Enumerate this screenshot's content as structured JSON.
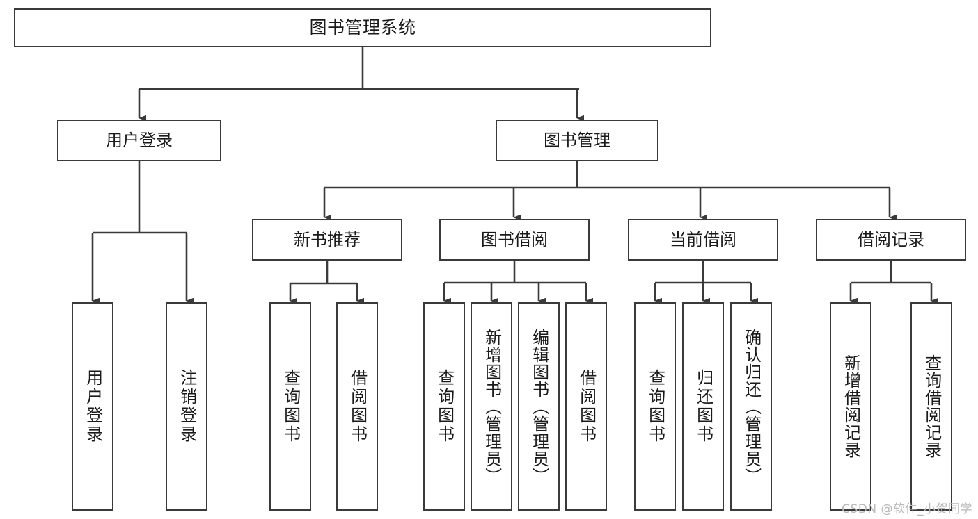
{
  "diagram": {
    "type": "tree",
    "title": "图书管理系统",
    "orientation": "top-down",
    "colors": {
      "box_border": "#3a3a3a",
      "box_fill": "#ffffff",
      "connector": "#3a3a3a",
      "text": "#1a1a1a",
      "watermark": "#b9b9b9",
      "background": "#ffffff"
    },
    "root": {
      "label": "图书管理系统"
    },
    "level1": [
      {
        "label": "用户登录"
      },
      {
        "label": "图书管理"
      }
    ],
    "level2": [
      {
        "label": "新书推荐"
      },
      {
        "label": "图书借阅"
      },
      {
        "label": "当前借阅"
      },
      {
        "label": "借阅记录"
      }
    ],
    "leaves": {
      "user_login": [
        {
          "label": "用户登录"
        },
        {
          "label": "注销登录"
        }
      ],
      "new_book": [
        {
          "label": "查询图书"
        },
        {
          "label": "借阅图书"
        }
      ],
      "borrow_book": [
        {
          "label": "查询图书"
        },
        {
          "label": "新增图书（管理员）"
        },
        {
          "label": "编辑图书（管理员）"
        },
        {
          "label": "借阅图书"
        }
      ],
      "current_borrow": [
        {
          "label": "查询图书"
        },
        {
          "label": "归还图书"
        },
        {
          "label": "确认归还（管理员）"
        }
      ],
      "borrow_record": [
        {
          "label": "新增借阅记录"
        },
        {
          "label": "查询借阅记录"
        }
      ]
    }
  },
  "watermark": {
    "text": "CSDN @软件_小贺同学"
  }
}
